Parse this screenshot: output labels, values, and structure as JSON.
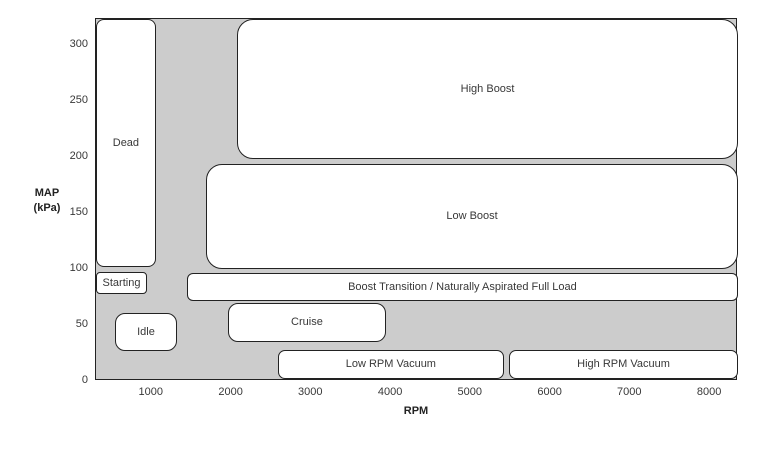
{
  "colors": {
    "figure_background": "#ffffff",
    "plot_background": "#cccccc",
    "region_fill": "#ffffff",
    "line": "#222222",
    "text": "#383838"
  },
  "axes": {
    "y_title_lines": [
      "MAP",
      "(kPa)"
    ],
    "x_title": "RPM"
  },
  "chart_data": {
    "type": "area",
    "subtype": "labeled-operating-regions",
    "title": "",
    "xlabel": "RPM",
    "ylabel": "MAP (kPa)",
    "xlim": [
      300,
      8350
    ],
    "ylim": [
      0,
      323
    ],
    "x_ticks": [
      1000,
      2000,
      3000,
      4000,
      5000,
      6000,
      7000,
      8000
    ],
    "y_ticks": [
      0,
      50,
      100,
      150,
      200,
      250,
      300
    ],
    "grid": false,
    "legend": "none",
    "regions": [
      {
        "label": "Dead",
        "rpm": [
          300,
          1050
        ],
        "map": [
          102,
          323
        ],
        "radius": 8
      },
      {
        "label": "High Boost",
        "rpm": [
          2070,
          8350
        ],
        "map": [
          198,
          323
        ],
        "radius": 16
      },
      {
        "label": "Low Boost",
        "rpm": [
          1680,
          8350
        ],
        "map": [
          100,
          194
        ],
        "radius": 16
      },
      {
        "label": "Starting",
        "rpm": [
          300,
          940
        ],
        "map": [
          78,
          97
        ],
        "radius": 4
      },
      {
        "label": "Boost Transition / Naturally Aspirated Full Load",
        "rpm": [
          1440,
          8350
        ],
        "map": [
          71,
          96
        ],
        "radius": 6
      },
      {
        "label": "Idle",
        "rpm": [
          540,
          1315
        ],
        "map": [
          27,
          61
        ],
        "radius": 10
      },
      {
        "label": "Cruise",
        "rpm": [
          1955,
          3935
        ],
        "map": [
          35,
          70
        ],
        "radius": 10
      },
      {
        "label": "Low RPM Vacuum",
        "rpm": [
          2580,
          5415
        ],
        "map": [
          2,
          28
        ],
        "radius": 7
      },
      {
        "label": "High RPM Vacuum",
        "rpm": [
          5480,
          8350
        ],
        "map": [
          2,
          28
        ],
        "radius": 7
      }
    ]
  }
}
